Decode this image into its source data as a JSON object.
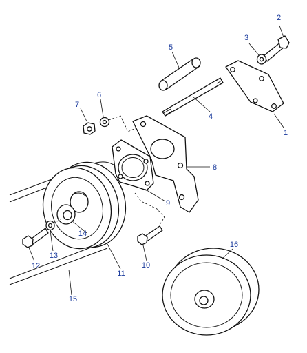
{
  "diagram": {
    "callouts": [
      {
        "id": "c1",
        "text": "1"
      },
      {
        "id": "c2",
        "text": "2"
      },
      {
        "id": "c3",
        "text": "3"
      },
      {
        "id": "c4",
        "text": "4"
      },
      {
        "id": "c5",
        "text": "5"
      },
      {
        "id": "c6",
        "text": "6"
      },
      {
        "id": "c7",
        "text": "7"
      },
      {
        "id": "c8",
        "text": "8"
      },
      {
        "id": "c9",
        "text": "9"
      },
      {
        "id": "c10",
        "text": "10"
      },
      {
        "id": "c11",
        "text": "11"
      },
      {
        "id": "c12",
        "text": "12"
      },
      {
        "id": "c13",
        "text": "13"
      },
      {
        "id": "c14",
        "text": "14"
      },
      {
        "id": "c15",
        "text": "15"
      },
      {
        "id": "c16",
        "text": "16"
      }
    ],
    "colors": {
      "callout": "#1a3a9c",
      "line": "#111111",
      "background": "#ffffff"
    }
  }
}
